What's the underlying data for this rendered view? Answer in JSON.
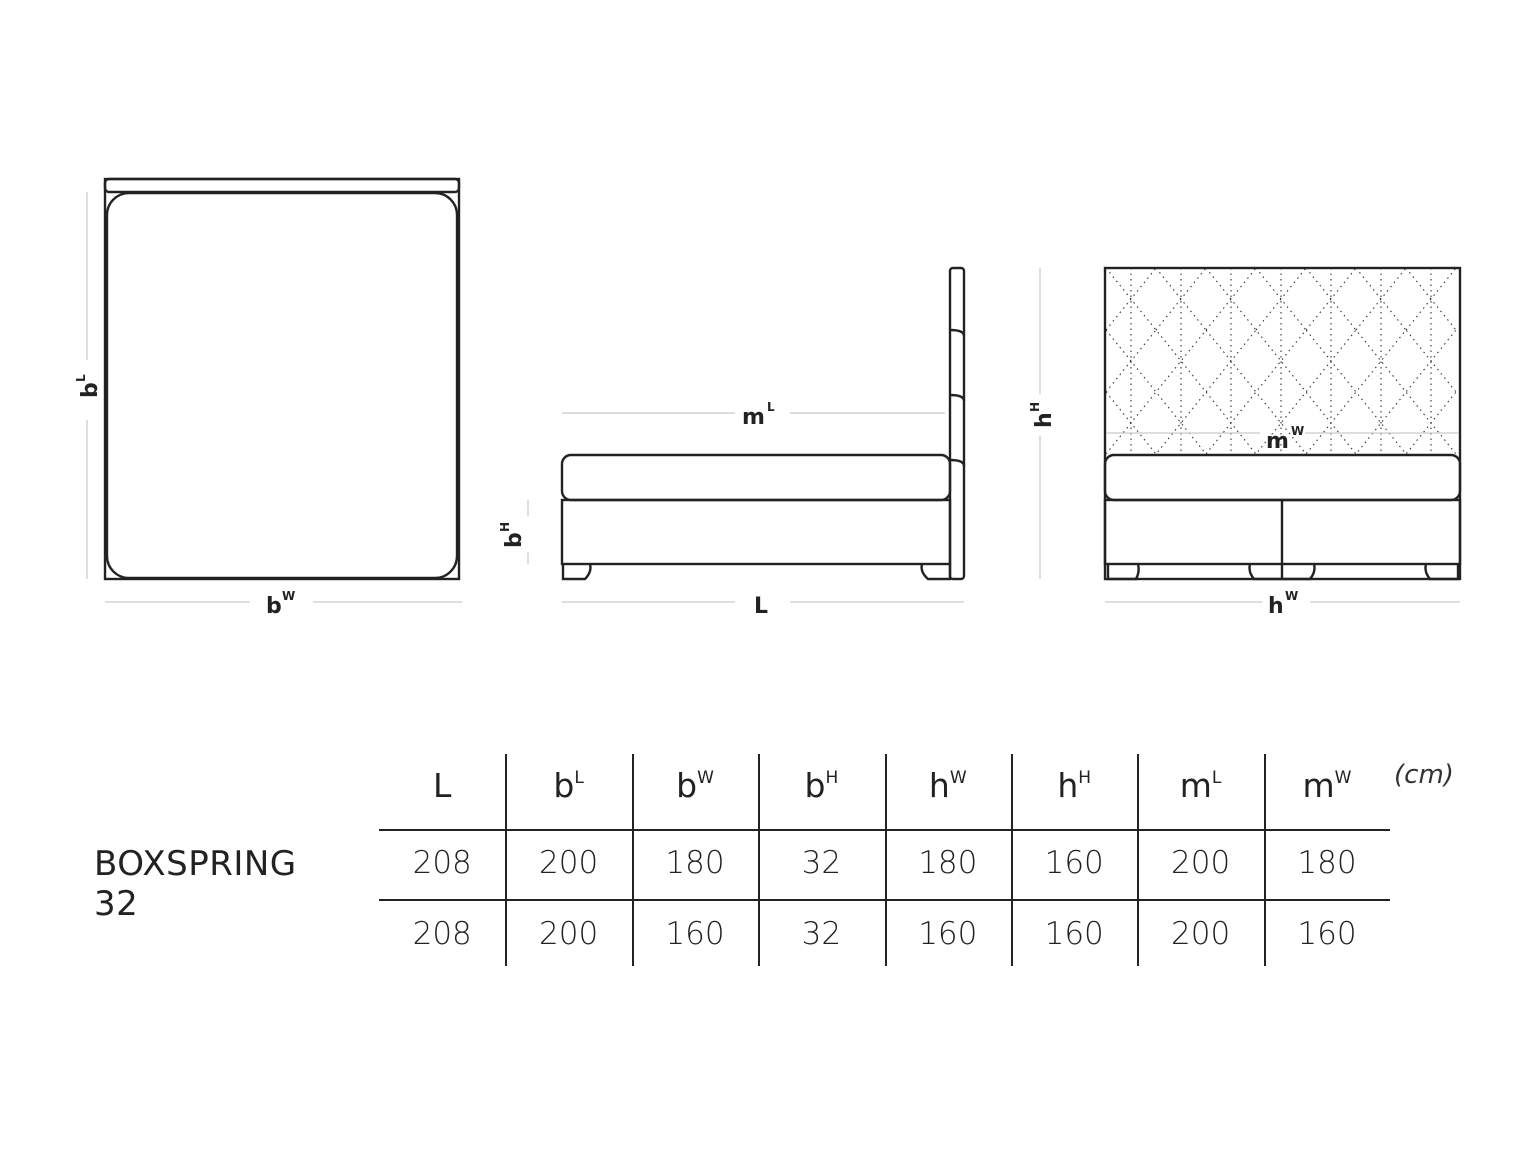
{
  "diagram": {
    "top_view": {
      "label_bw": "b",
      "sup_bw": "W",
      "label_bl": "b",
      "sup_bl": "L"
    },
    "side_view": {
      "label_ml": "m",
      "sup_ml": "L",
      "label_bh": "b",
      "sup_bh": "H",
      "label_l": "L"
    },
    "front_view": {
      "label_hh": "h",
      "sup_hh": "H",
      "label_mw": "m",
      "sup_mw": "W",
      "label_hw": "h",
      "sup_hw": "W"
    }
  },
  "table": {
    "unit": "(cm)",
    "model": "BOXSPRING 32",
    "headers": [
      {
        "base": "L",
        "sup": ""
      },
      {
        "base": "b",
        "sup": "L"
      },
      {
        "base": "b",
        "sup": "W"
      },
      {
        "base": "b",
        "sup": "H"
      },
      {
        "base": "h",
        "sup": "W"
      },
      {
        "base": "h",
        "sup": "H"
      },
      {
        "base": "m",
        "sup": "L"
      },
      {
        "base": "m",
        "sup": "W"
      }
    ],
    "rows": [
      [
        "208",
        "200",
        "180",
        "32",
        "180",
        "160",
        "200",
        "180"
      ],
      [
        "208",
        "200",
        "160",
        "32",
        "160",
        "160",
        "200",
        "160"
      ]
    ]
  }
}
